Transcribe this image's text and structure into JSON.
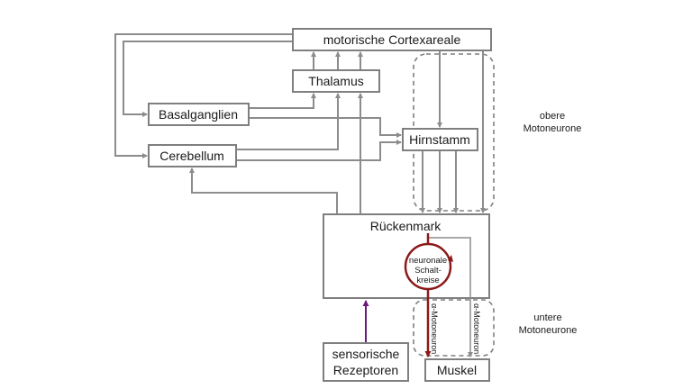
{
  "diagram": {
    "nodes": {
      "cortex": "motorische Cortexareale",
      "thalamus": "Thalamus",
      "basalganglia": "Basalganglien",
      "cerebellum": "Cerebellum",
      "brainstem": "Hirnstamm",
      "spinal_cord": "Rückenmark",
      "circuits": [
        "neuronale",
        "Schalt-",
        "kreise"
      ],
      "receptors": [
        "sensorische",
        "Rezeptoren"
      ],
      "muscle": "Muskel"
    },
    "fiber_labels": {
      "alpha_left": "α-Motoneuron",
      "alpha_right": "α-Motoneuron"
    },
    "group_labels": {
      "upper": [
        "obere",
        "Motoneurone"
      ],
      "lower": [
        "untere",
        "Motoneurone"
      ]
    },
    "colors": {
      "line": "#8c8c8c",
      "box_border": "#7f7f7f",
      "circuit": "#8b1a1a",
      "sensory": "#6a1b7a"
    }
  }
}
